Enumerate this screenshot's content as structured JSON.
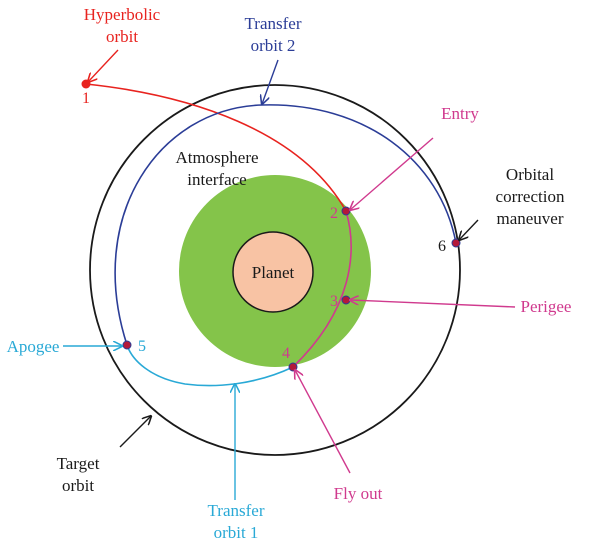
{
  "colors": {
    "red": "#e8231f",
    "blue": "#2b3d97",
    "cyan": "#29a9d6",
    "magenta": "#d03a8e",
    "black": "#1a1a1a",
    "atmosphere": "#84c44a",
    "planet": "#f8c3a4",
    "point": "#b3193a"
  },
  "labels": {
    "hyperbolic_line1": "Hyperbolic",
    "hyperbolic_line2": "orbit",
    "transfer2_line1": "Transfer",
    "transfer2_line2": "orbit 2",
    "entry": "Entry",
    "atmosphere_line1": "Atmosphere",
    "atmosphere_line2": "interface",
    "correction_line1": "Orbital",
    "correction_line2": "correction",
    "correction_line3": "maneuver",
    "planet": "Planet",
    "perigee": "Perigee",
    "apogee": "Apogee",
    "target_line1": "Target",
    "target_line2": "orbit",
    "flyout": "Fly out",
    "transfer1_line1": "Transfer",
    "transfer1_line2": "orbit 1"
  },
  "points": {
    "p1": "1",
    "p2": "2",
    "p3": "3",
    "p4": "4",
    "p5": "5",
    "p6": "6"
  }
}
